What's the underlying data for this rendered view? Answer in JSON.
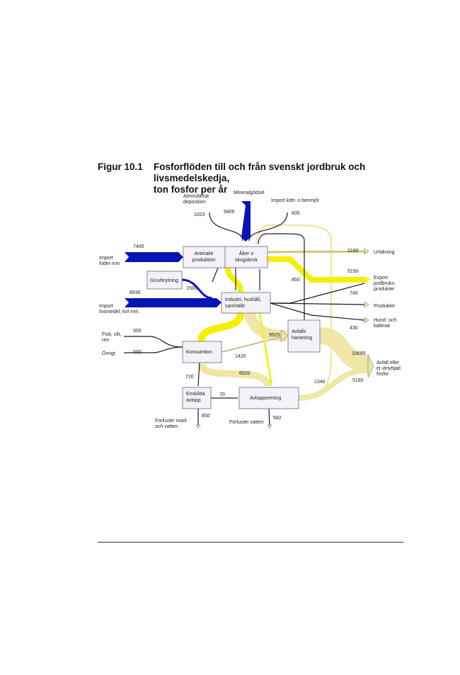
{
  "figure": {
    "number": "Figur 10.1",
    "title_line1": "Fosforflöden till och från svenskt jordbruk och livsmedelskedja,",
    "title_line2": "ton fosfor per år"
  },
  "colors": {
    "blue": "#0a14b4",
    "yellow": "#f5f000",
    "beige": "#f0e6a8",
    "dark": "#1a1a2e"
  },
  "nodes": {
    "animalie": [
      "Animalie",
      "produktion"
    ],
    "aker": [
      "Åker o",
      "skogsbruk"
    ],
    "gruv": "Gruvbrytning",
    "industri": [
      "Industri, hushåll,",
      "samhälle"
    ],
    "avfall": [
      "Avfalls",
      "hantering"
    ],
    "konsumtion": "Konsumtion",
    "enskilda": [
      "Enskilda",
      "avlopp"
    ],
    "avlopp": "Avloppsrening"
  },
  "sources": {
    "atmos": [
      "Atmosfärisk",
      "deposition"
    ],
    "mineral": "Mineralgödsel",
    "kott": "Import kött- o benmjöl",
    "foder": [
      "Import",
      "foder mm"
    ],
    "livsmedel": [
      "Import",
      "livsmedel, kol mm."
    ],
    "fisk": [
      "Fisk, vilt,",
      "ren"
    ],
    "ovrigt": "Övrigt"
  },
  "sinks": {
    "urlakning": "Urlakning",
    "export": [
      "Export",
      "jordbruks-",
      "produkter"
    ],
    "produkter": "Produkter",
    "hund": [
      "Hund- och",
      "kattmat"
    ],
    "avfall_ej": [
      "Avfall eller",
      "ej utnyttjad",
      "fosfor"
    ],
    "forl_mark": [
      "Förluster mark",
      "och vatten"
    ],
    "forl_vatten": "Förluster vatten"
  },
  "values": {
    "atmos": "1023",
    "mineral": "9400",
    "kott": "600",
    "foder": "7400",
    "livsmedel": "8930",
    "gruv": "1500",
    "urlakning": "2185",
    "export": "5150",
    "v850a": "850",
    "v740": "740",
    "hund": "430",
    "fisk": "300",
    "ovrigt": "500",
    "v9925": "9925",
    "v1420": "1420",
    "v10695": "10695",
    "v720": "720",
    "v6020": "6020",
    "v1340": "1340",
    "v5160": "5160",
    "v70": "70",
    "v850b": "850",
    "v582": "582"
  }
}
